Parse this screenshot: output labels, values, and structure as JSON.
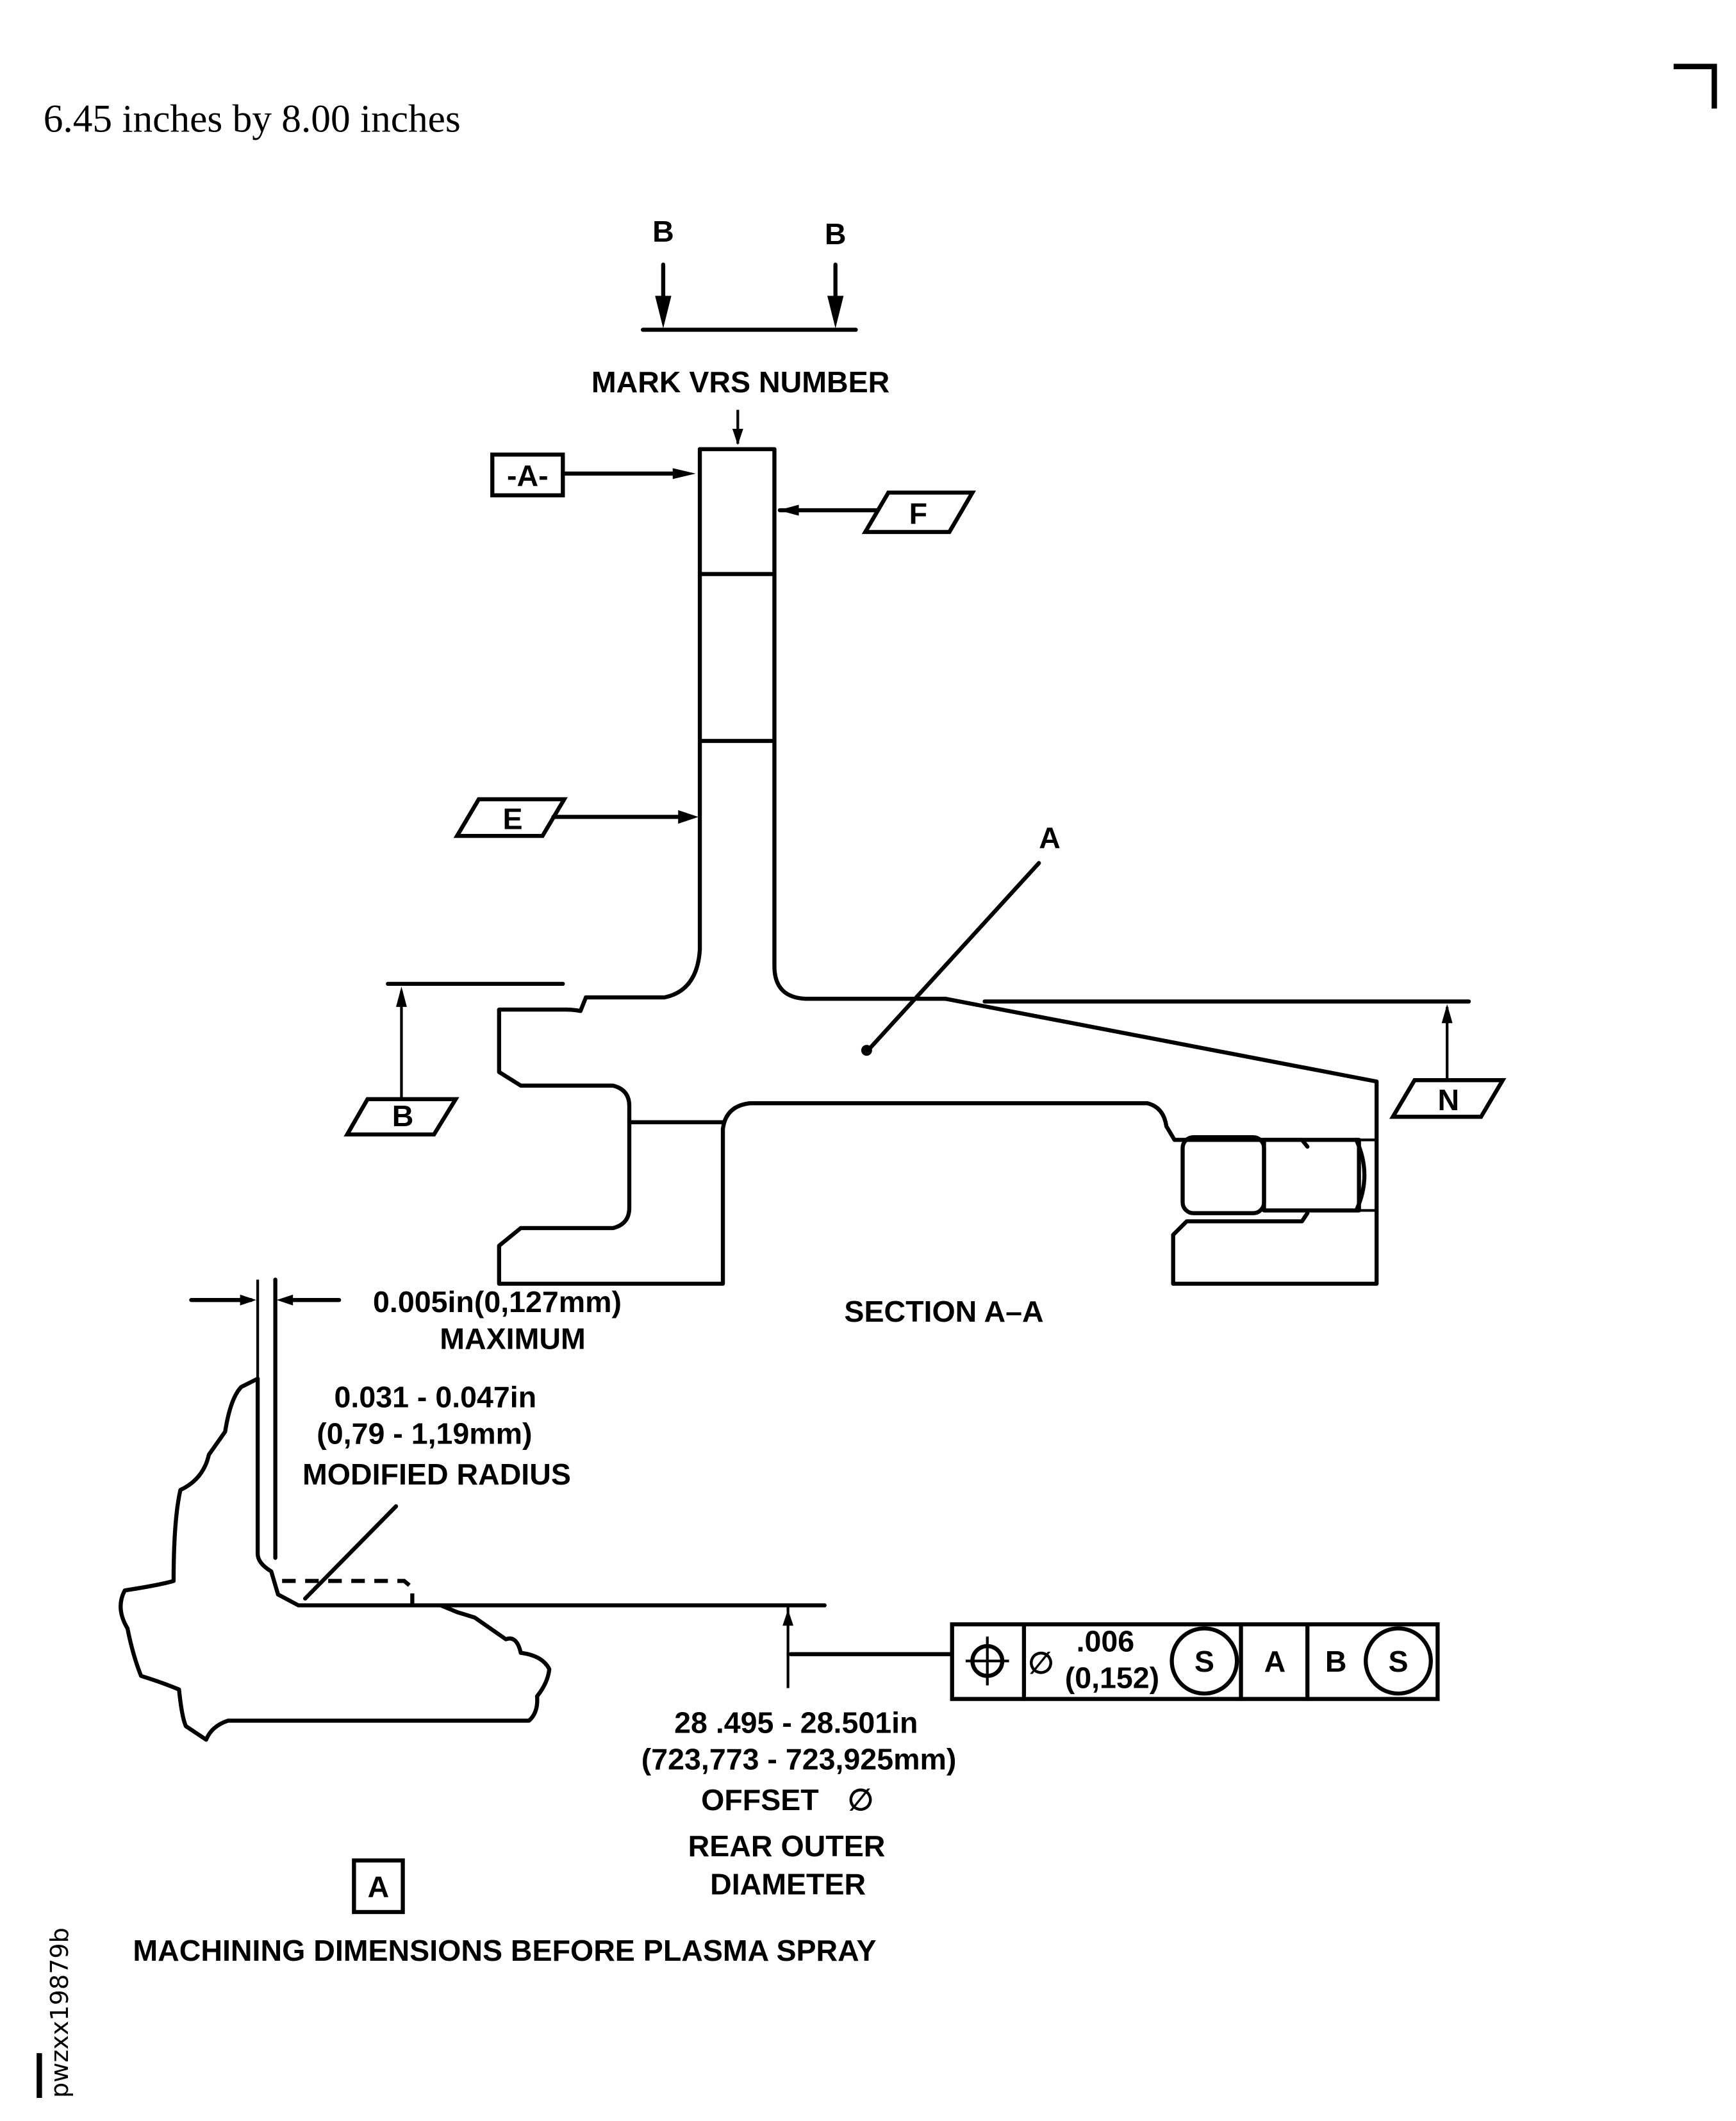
{
  "header": {
    "size_note": "6.45 inches by 8.00 inches"
  },
  "section_view": {
    "section_markers": [
      "B",
      "B"
    ],
    "mark_note": "MARK VRS NUMBER",
    "datum_a": "-A-",
    "datum_targets": {
      "f": "F",
      "e": "E",
      "b": "B",
      "n": "N"
    },
    "callout_a": "A",
    "title": "SECTION A–A"
  },
  "detail": {
    "gap_value": "0.005in(0,127mm)",
    "gap_qualifier": "MAXIMUM",
    "radius_in": "0.031 - 0.047in",
    "radius_mm": "(0,79 - 1,19mm)",
    "radius_label": "MODIFIED RADIUS",
    "diameter_in": "28 .495 - 28.501in",
    "diameter_mm": "(723,773 - 723,925mm)",
    "offset_label": "OFFSET",
    "diameter_symbol": "∅",
    "rear_line1": "REAR OUTER",
    "rear_line2": "DIAMETER"
  },
  "feature_control_frame": {
    "characteristic_symbol": "position-icon",
    "diameter_symbol": "∅",
    "tolerance_in": ".006",
    "tolerance_mm": "(0,152)",
    "modifier_1": "S",
    "datum_primary": "A",
    "datum_secondary": "B",
    "modifier_2": "S"
  },
  "footer": {
    "flag": "A",
    "caption": "MACHINING DIMENSIONS BEFORE PLASMA SPRAY",
    "figure_id": "pwzxx19879b"
  }
}
